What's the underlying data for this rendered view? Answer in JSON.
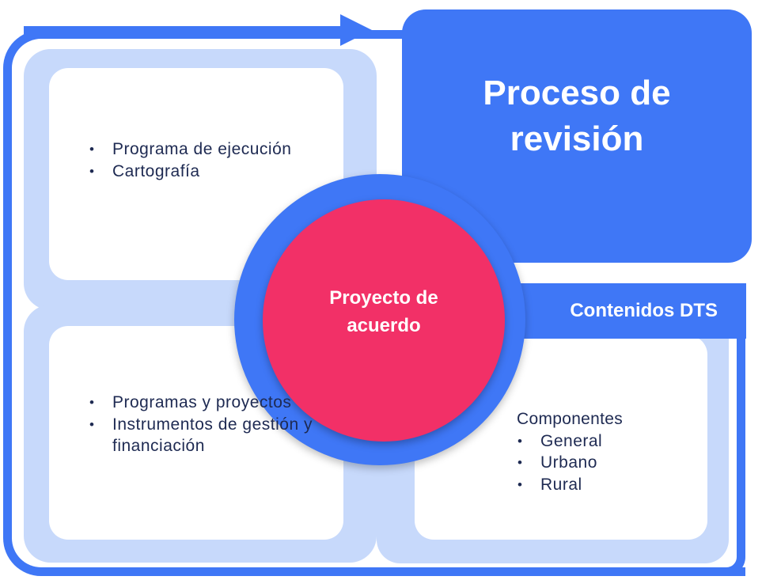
{
  "title": "Proceso de revisión",
  "center": "Proyecto de acuerdo",
  "band_label": "Contenidos DTS",
  "top_left": {
    "items": [
      "Programa de ejecución",
      "Cartografía"
    ]
  },
  "bottom_left": {
    "items": [
      "Programas y proyectos",
      "Instrumentos de gestión y financiación"
    ]
  },
  "bottom_right": {
    "heading": "Componentes",
    "items": [
      "General",
      "Urbano",
      "Rural"
    ]
  },
  "colors": {
    "blue": "#3f77f6",
    "pale_blue": "#c7d9fb",
    "pink": "#f23067",
    "text": "#1e2a52"
  }
}
